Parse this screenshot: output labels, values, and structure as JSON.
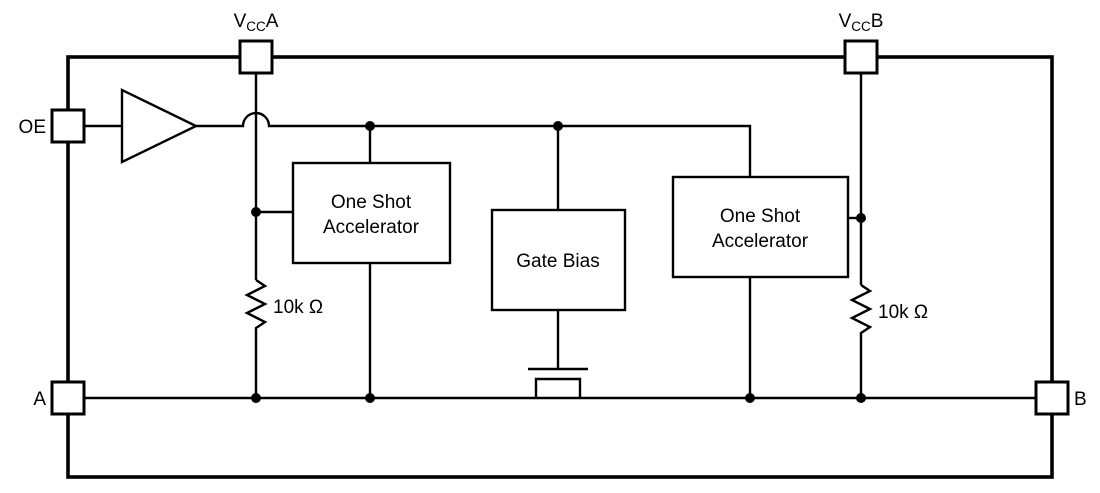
{
  "diagram": {
    "pins": {
      "vcca": {
        "main": "V",
        "sub": "CC",
        "suffix": "A"
      },
      "vccb": {
        "main": "V",
        "sub": "CC",
        "suffix": "B"
      },
      "oe": "OE",
      "a": "A",
      "b": "B"
    },
    "blocks": {
      "oneshot1": {
        "line1": "One Shot",
        "line2": "Accelerator"
      },
      "gatebias": {
        "label": "Gate Bias"
      },
      "oneshot2": {
        "line1": "One Shot",
        "line2": "Accelerator"
      }
    },
    "resistors": {
      "r1": "10k Ω",
      "r2": "10k Ω"
    },
    "colors": {
      "line": "#000000",
      "background": "#ffffff"
    }
  }
}
